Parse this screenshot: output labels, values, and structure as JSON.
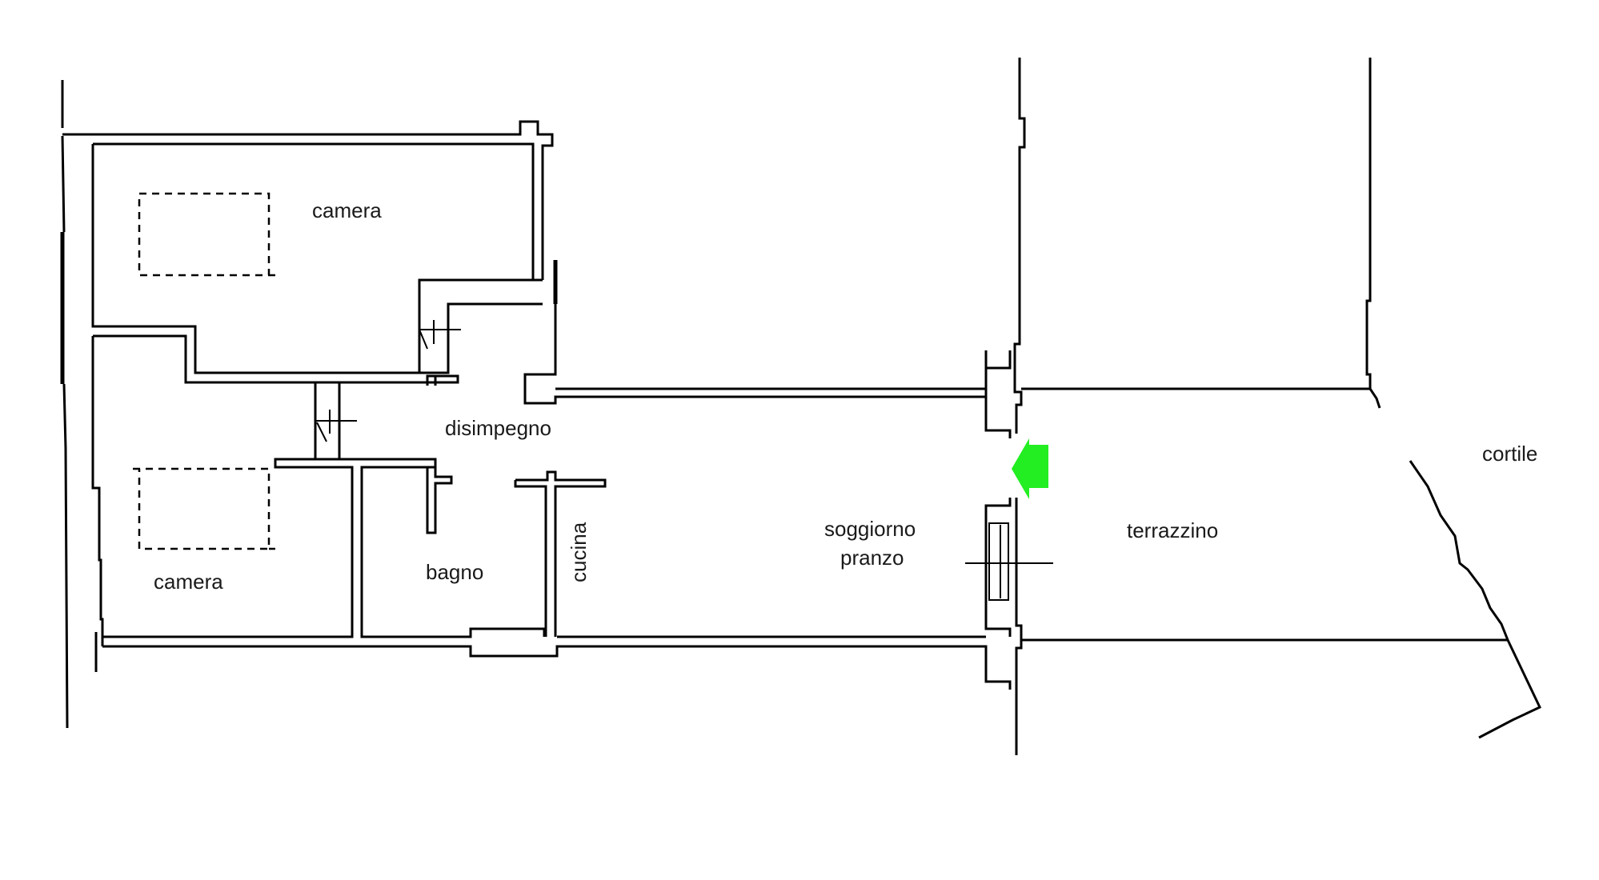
{
  "rooms": {
    "camera_top": "camera",
    "camera_bottom": "camera",
    "disimpegno": "disimpegno",
    "bagno": "bagno",
    "cucina": "cucina",
    "soggiorno_line1": "soggiorno",
    "soggiorno_line2": "pranzo",
    "terrazzino": "terrazzino",
    "cortile": "cortile"
  },
  "colors": {
    "entrance_arrow": "#22ee22",
    "walls": "#000000"
  },
  "icons": {
    "entrance": "green-arrow-icon"
  }
}
